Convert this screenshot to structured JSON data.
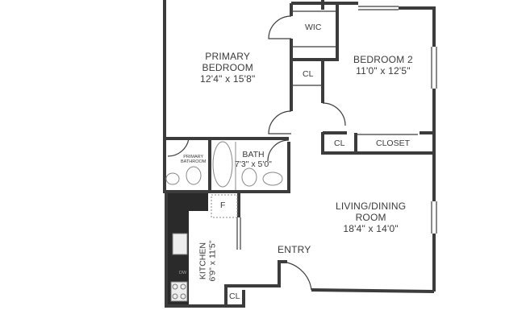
{
  "floor_plan": {
    "rooms": [
      {
        "id": "primary-bedroom",
        "name_line1": "PRIMARY",
        "name_line2": "BEDROOM",
        "dimensions": "12'4\" x 15'8\""
      },
      {
        "id": "bedroom-2",
        "name": "BEDROOM 2",
        "dimensions": "11'0\" x 12'5\""
      },
      {
        "id": "living-dining",
        "name_line1": "LIVING/DINING",
        "name_line2": "ROOM",
        "dimensions": "18'4\" x 14'0\""
      },
      {
        "id": "bath",
        "name": "BATH",
        "dimensions": "7'3\" x 5'0\""
      },
      {
        "id": "primary-bathroom",
        "name_line1": "PRIMARY",
        "name_line2": "BATHROOM"
      },
      {
        "id": "kitchen",
        "name": "KITCHEN",
        "dimensions": "6'9\" x 11'5\""
      }
    ],
    "labels": {
      "wic": "WIC",
      "cl_primary": "CL",
      "cl_bedroom2": "CL",
      "closet": "CLOSET",
      "cl_entry": "CL",
      "furnace": "F",
      "dishwasher": "DW",
      "entry": "ENTRY"
    },
    "colors": {
      "wall": "#3c3c3c",
      "text": "#3a3a3a",
      "fixture": "#888888",
      "counter": "#2a2a2a"
    }
  }
}
